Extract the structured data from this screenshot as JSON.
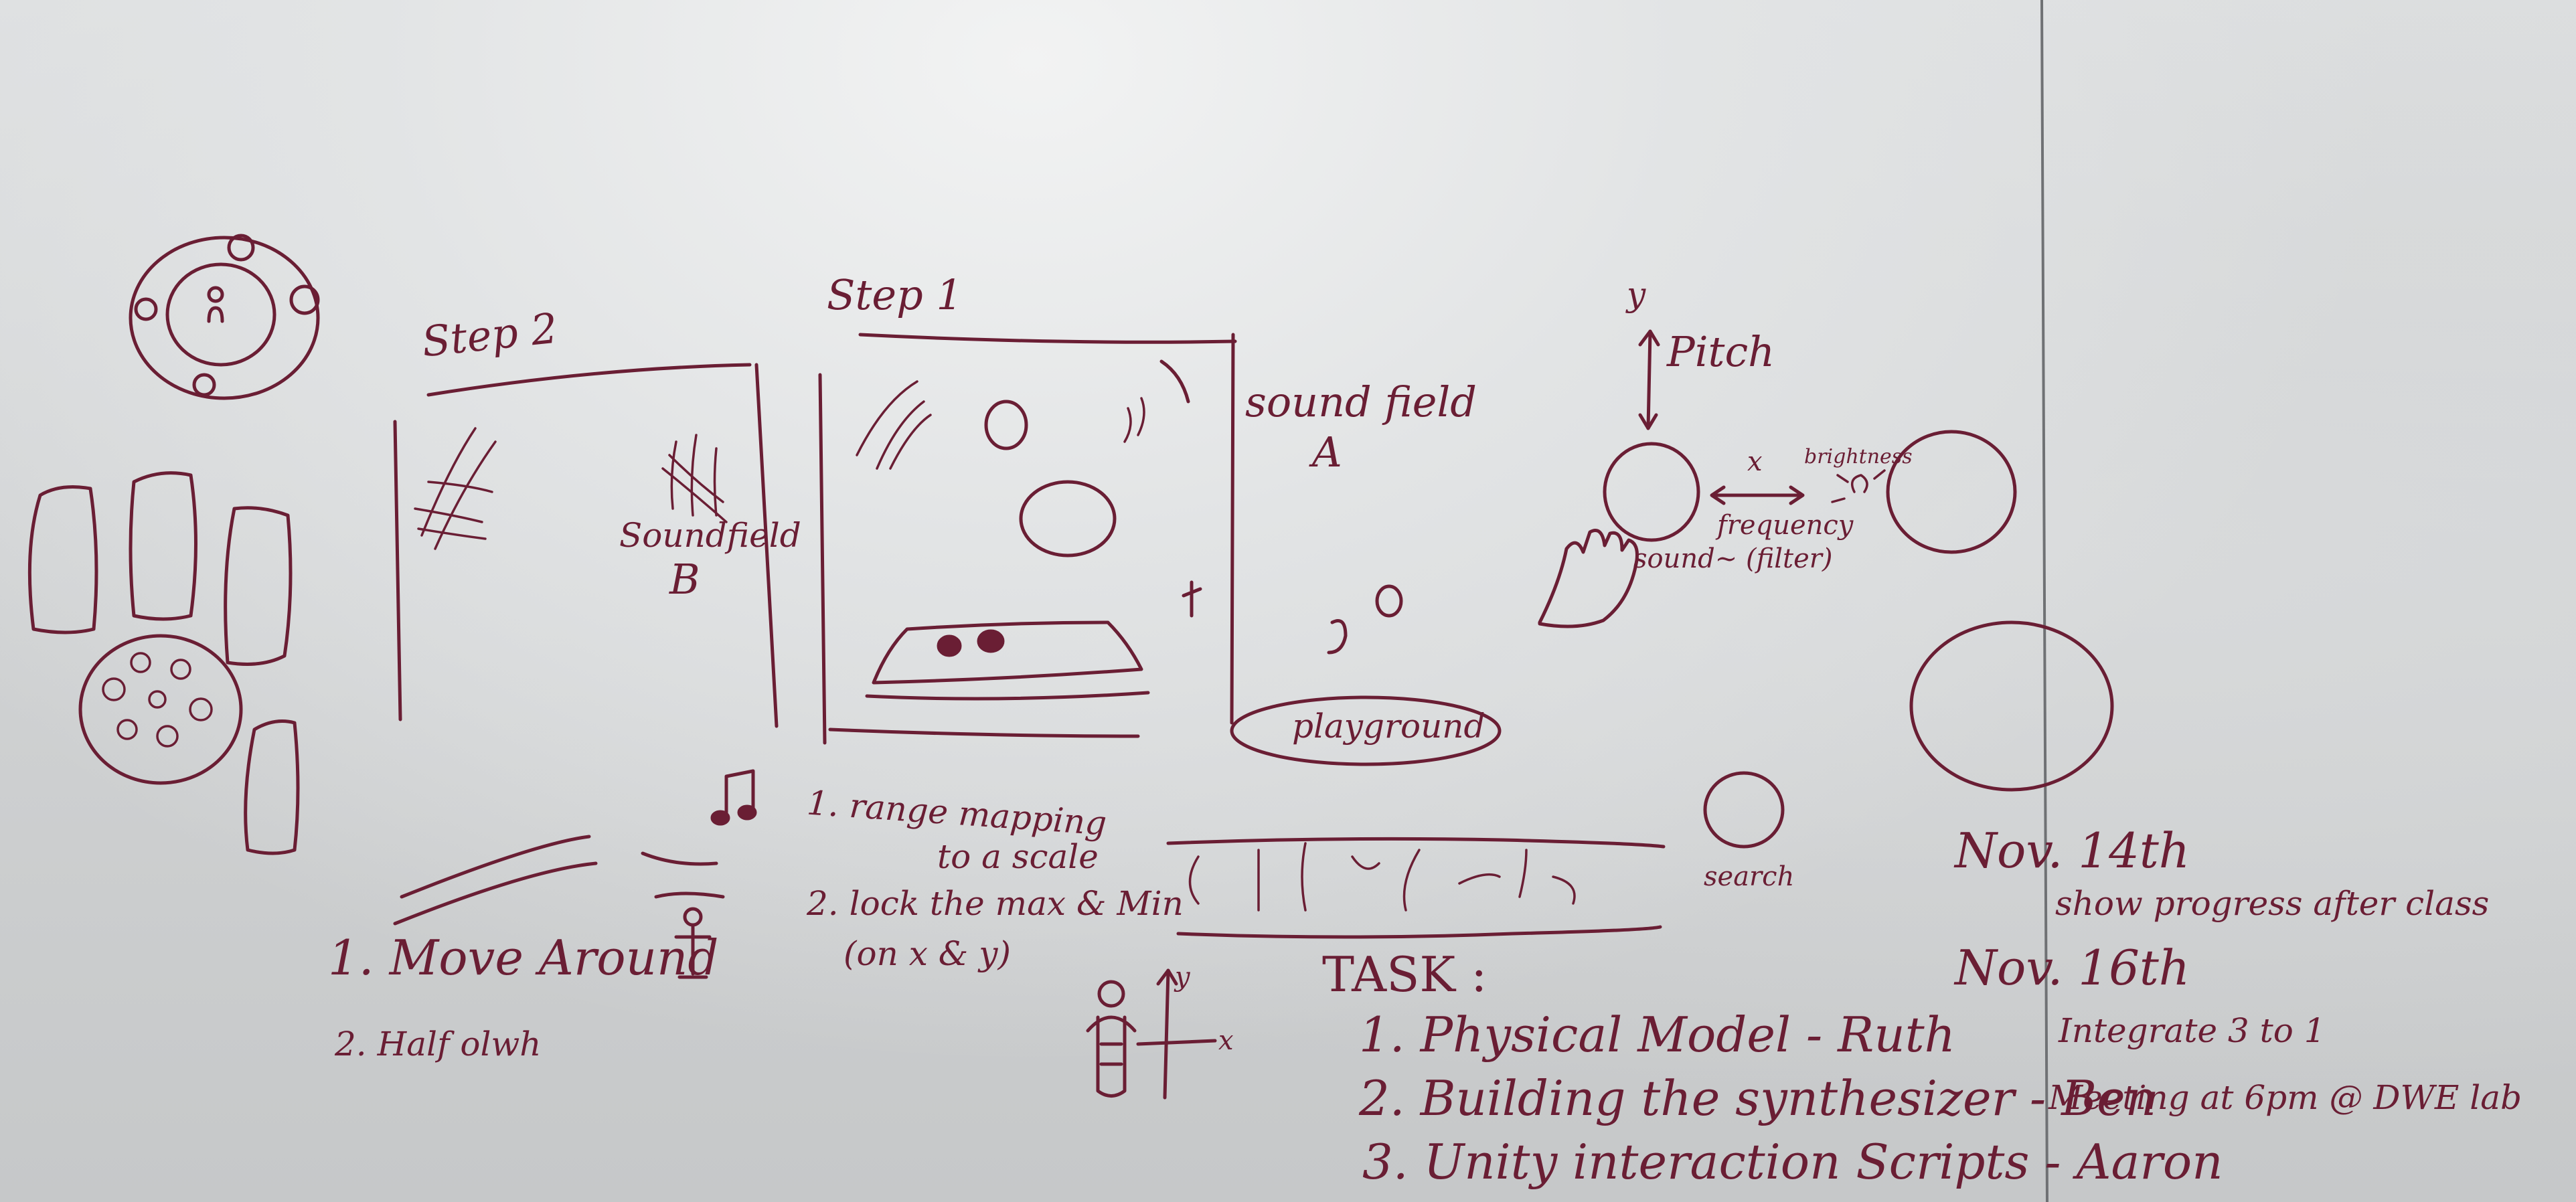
{
  "board": {
    "left_sketch": {
      "step2_label": "Step 2",
      "sound_field_b_label": "Soundfield",
      "sound_field_b_letter": "B",
      "move_around": "1. Move Around",
      "step2_item2": "2. Half olwh"
    },
    "middle_sketch": {
      "step1_label": "Step 1",
      "sound_field_a_label": "sound field",
      "sound_field_a_letter": "A",
      "range_mapping_line1": "1. range mapping",
      "range_mapping_line2": "to a scale",
      "lock_line1": "2. lock the max & Min",
      "lock_line2": "(on x & y)",
      "axis_y": "y",
      "axis_x": "x"
    },
    "right_sketch": {
      "y_label": "y",
      "pitch_label": "Pitch",
      "x_label": "x",
      "brightness_label": "brightness",
      "frequency_label": "frequency",
      "sound_label": "sound~ (filter)",
      "playground_label": "playground",
      "search_label": "search"
    },
    "tasks": {
      "heading": "TASK :",
      "items": [
        "1. Physical Model  - Ruth",
        "2. Building the synthesizer - Ben",
        "3. Unity interaction Scripts - Aaron"
      ]
    },
    "schedule": {
      "nov14_date": "Nov. 14th",
      "nov14_note": "show progress after class",
      "nov16_date": "Nov. 16th",
      "nov16_note1": "Integrate 3 to 1",
      "nov16_note2": "Meeting at 6pm @ DWE lab"
    }
  }
}
